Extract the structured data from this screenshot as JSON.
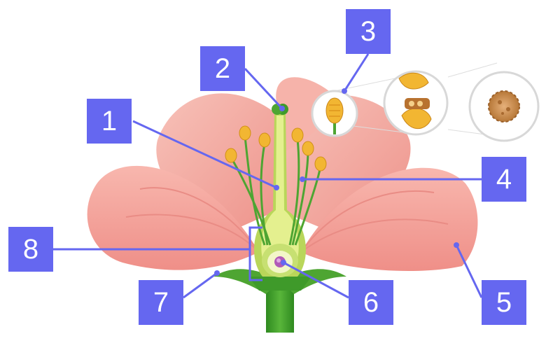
{
  "labels": {
    "l1": "1",
    "l2": "2",
    "l3": "3",
    "l4": "4",
    "l5": "5",
    "l6": "6",
    "l7": "7",
    "l8": "8"
  },
  "colors": {
    "label_box": "#6567f0",
    "leader_line": "#6567f0",
    "petal": "#f4a7a0",
    "petal_shadow": "#e88a84",
    "stem": "#3f9a2a",
    "pistil": "#d8ea7a",
    "anther": "#f2b632",
    "pollen": "#c98c4c"
  }
}
